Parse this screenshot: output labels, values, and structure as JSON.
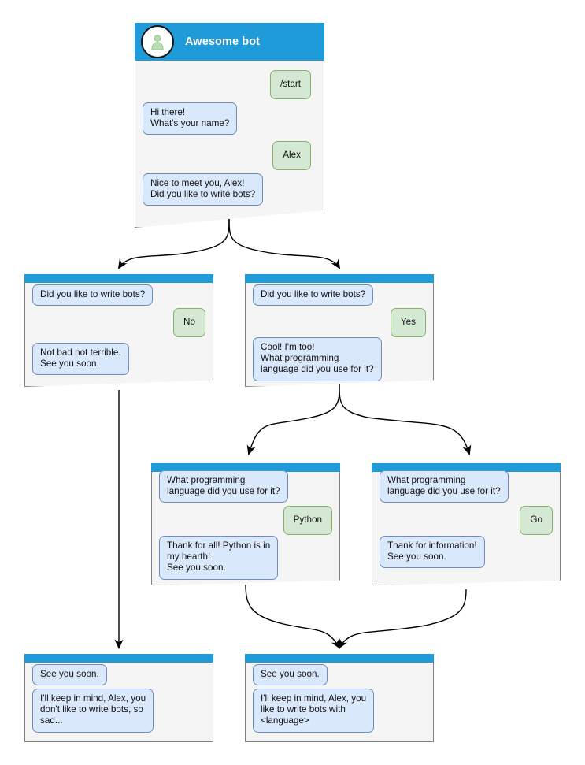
{
  "diagram": {
    "type": "bot-conversation-flowchart",
    "background": "#ffffff",
    "colors": {
      "titlebar": "#1f9bd9",
      "node_fill": "#f5f5f5",
      "node_border": "#808080",
      "bot_bubble_fill": "#dae8fc",
      "bot_bubble_border": "#6c8ebf",
      "user_bubble_fill": "#d5e8d4",
      "user_bubble_border": "#82b366",
      "edge": "#000000"
    }
  },
  "nodes": {
    "root": {
      "title": "Awesome bot",
      "avatar_icon": "person-avatar-icon",
      "messages": [
        {
          "from": "user",
          "text": "/start"
        },
        {
          "from": "bot",
          "text": "Hi there!\nWhat's your name?"
        },
        {
          "from": "user",
          "text": "Alex"
        },
        {
          "from": "bot",
          "text": "Nice to meet you, Alex!\nDid you like to write bots?"
        }
      ]
    },
    "no_branch": {
      "messages": [
        {
          "from": "bot",
          "text": "Did you like to write bots?"
        },
        {
          "from": "user",
          "text": "No"
        },
        {
          "from": "bot",
          "text": "Not bad not terrible.\nSee you soon."
        }
      ]
    },
    "yes_branch": {
      "messages": [
        {
          "from": "bot",
          "text": "Did you like to write bots?"
        },
        {
          "from": "user",
          "text": "Yes"
        },
        {
          "from": "bot",
          "text": "Cool! I'm too!\nWhat programming\nlanguage did you use for it?"
        }
      ]
    },
    "python_branch": {
      "messages": [
        {
          "from": "bot",
          "text": "What programming\nlanguage did you use for it?"
        },
        {
          "from": "user",
          "text": "Python"
        },
        {
          "from": "bot",
          "text": "Thank for all! Python is in\nmy hearth!\nSee you soon."
        }
      ]
    },
    "go_branch": {
      "messages": [
        {
          "from": "bot",
          "text": "What programming\nlanguage did you use for it?"
        },
        {
          "from": "user",
          "text": "Go"
        },
        {
          "from": "bot",
          "text": "Thank for information!\nSee you soon."
        }
      ]
    },
    "end_sad": {
      "messages": [
        {
          "from": "bot",
          "text": "See you soon."
        },
        {
          "from": "bot",
          "text": "I'll keep in mind, Alex, you\ndon't like to write bots, so\nsad..."
        }
      ]
    },
    "end_happy": {
      "messages": [
        {
          "from": "bot",
          "text": "See you soon."
        },
        {
          "from": "bot",
          "text": "I'll keep in mind, Alex, you\nlike to write bots with\n<language>"
        }
      ]
    }
  }
}
